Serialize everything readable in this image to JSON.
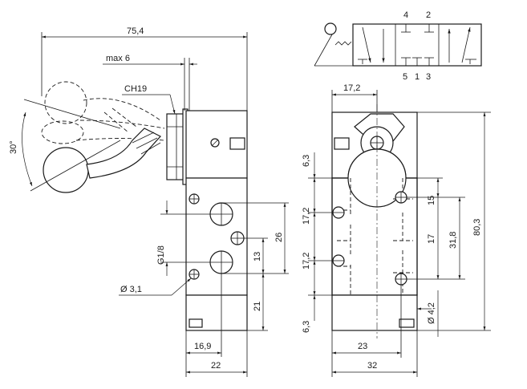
{
  "dimensions": {
    "overall_length": "75,4",
    "lever_offset": "max 6",
    "hex": "CH19",
    "angle": "30°",
    "thread": "G1/8",
    "hole": "Ø 3,1",
    "port_pitch": "26",
    "port_half": "13",
    "bottom_height": "21",
    "width_inner": "16,9",
    "width_body": "22",
    "top_offset": "17,2",
    "side_top": "6,3",
    "side_upper": "17,2",
    "side_lower": "17,2",
    "side_bottom": "6,3",
    "right_15": "15",
    "right_17": "17",
    "right_31": "31,8",
    "right_80": "80,3",
    "right_hole": "Ø 4,2",
    "width_23": "23",
    "width_32": "32"
  },
  "ports": {
    "p4": "4",
    "p2": "2",
    "p5": "5",
    "p1": "1",
    "p3": "3"
  }
}
